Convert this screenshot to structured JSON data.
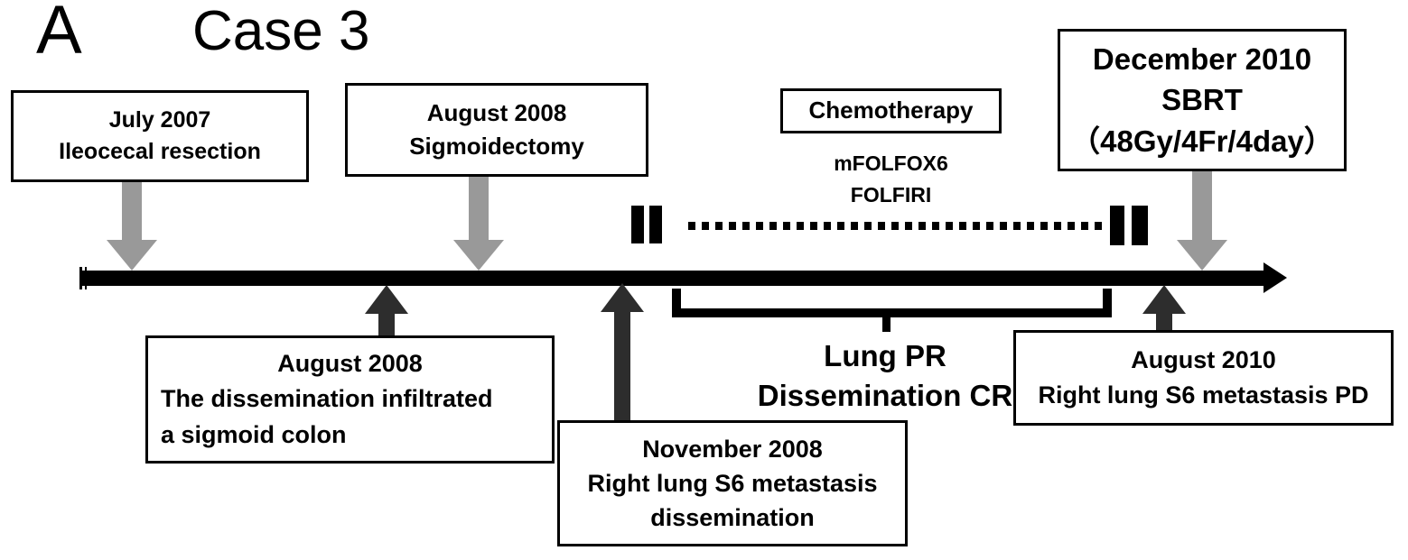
{
  "figure": {
    "panel_letter": "A",
    "case_title": "Case 3"
  },
  "colors": {
    "timeline": "#000000",
    "down_arrow_gray": "#999999",
    "up_arrow_dark": "#2d2d2d",
    "box_border": "#000000",
    "background": "#ffffff"
  },
  "timeline": {
    "above_events": [
      {
        "id": "july-2007",
        "date": "July 2007",
        "event": "Ileocecal resection",
        "marker": "gray-down-arrow"
      },
      {
        "id": "august-2008-sigmoidectomy",
        "date": "August 2008",
        "event": "Sigmoidectomy",
        "marker": "gray-down-arrow"
      },
      {
        "id": "december-2010-sbrt",
        "date": "December 2010",
        "event": "SBRT",
        "dose": "（48Gy/4Fr/4day）",
        "marker": "gray-down-arrow"
      }
    ],
    "below_events": [
      {
        "id": "august-2008-dissemination",
        "date": "August 2008",
        "line2": "The dissemination infiltrated",
        "line3": "a sigmoid colon",
        "marker": "dark-up-arrow"
      },
      {
        "id": "november-2008",
        "date": "November 2008",
        "line2": "Right lung S6 metastasis",
        "line3": "dissemination",
        "marker": "dark-up-arrow"
      },
      {
        "id": "august-2010",
        "date": "August 2010",
        "line2": "Right lung S6 metastasis PD",
        "marker": "dark-up-arrow"
      }
    ],
    "chemotherapy": {
      "label": "Chemotherapy",
      "regimens": [
        "mFOLFOX6",
        "FOLFIRI"
      ],
      "period_marker": "dotted-line-between-double-bars"
    },
    "response_bracket": {
      "line1": "Lung PR",
      "line2": "Dissemination CR"
    }
  },
  "chart_data": {
    "type": "timeline",
    "title": "Case 3",
    "axis": "time",
    "events": [
      {
        "date": "July 2007",
        "label": "Ileocecal resection",
        "position": "above",
        "x_frac": 0.04
      },
      {
        "date": "August 2008",
        "label": "Sigmoidectomy",
        "position": "above",
        "x_frac": 0.33
      },
      {
        "date": "August 2008",
        "label": "The dissemination infiltrated a sigmoid colon",
        "position": "below",
        "x_frac": 0.25
      },
      {
        "date": "November 2008",
        "label": "Right lung S6 metastasis dissemination",
        "position": "below",
        "x_frac": 0.45
      },
      {
        "date": "August 2010",
        "label": "Right lung S6 metastasis PD",
        "position": "below",
        "x_frac": 0.91
      },
      {
        "date": "December 2010",
        "label": "SBRT （48Gy/4Fr/4day）",
        "position": "above",
        "x_frac": 0.94
      }
    ],
    "spans": [
      {
        "label": "Chemotherapy (mFOLFOX6, FOLFIRI)",
        "start_x_frac": 0.47,
        "end_x_frac": 0.88,
        "style": "dotted"
      },
      {
        "label": "Lung PR / Dissemination CR",
        "start_x_frac": 0.5,
        "end_x_frac": 0.86,
        "style": "bracket"
      }
    ]
  }
}
